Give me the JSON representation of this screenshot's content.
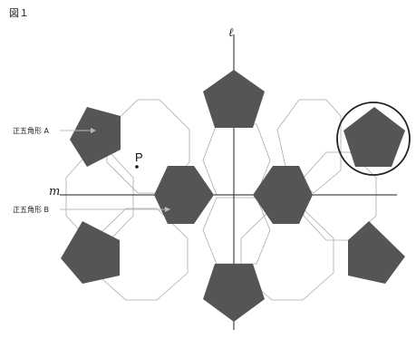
{
  "figure": {
    "title": "図１",
    "label_a": "正五角形 A",
    "label_b": "正五角形 B",
    "point_p": "P",
    "axis_l": "ℓ",
    "axis_m": "m"
  },
  "colors": {
    "pentagon_fill": "#555555",
    "hexagon_stroke": "#aaaaaa",
    "axis_stroke": "#222222",
    "arrow": "#bbbbbb"
  }
}
